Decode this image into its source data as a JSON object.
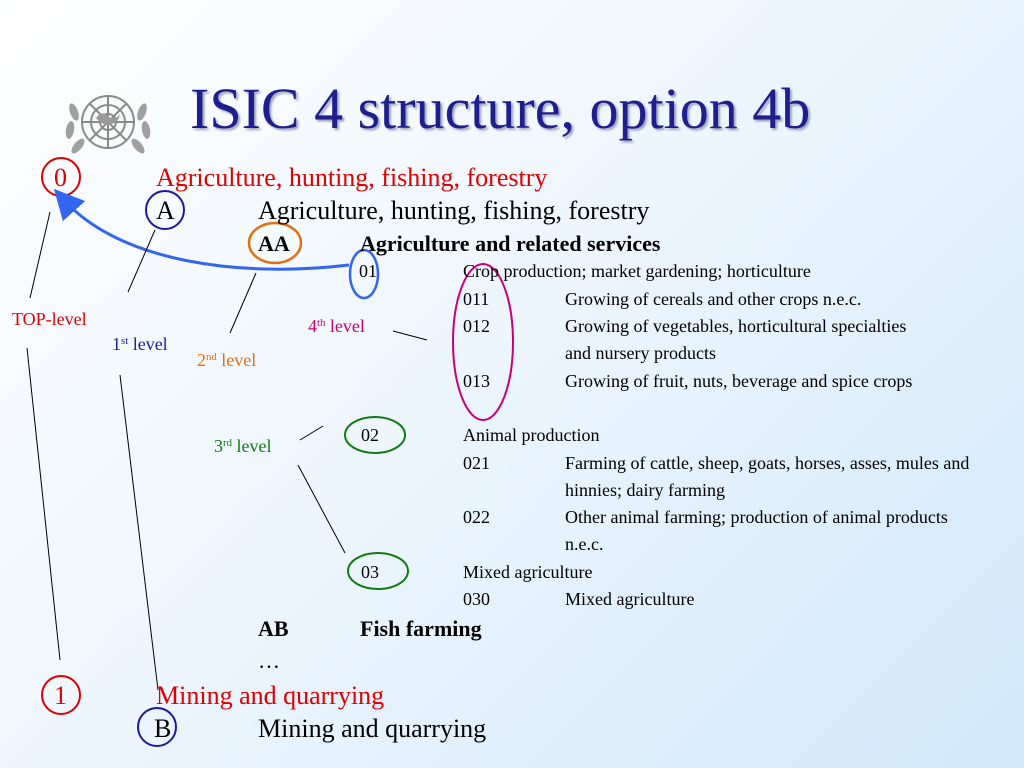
{
  "title": "ISIC 4 structure, option 4b",
  "emblem": "un-emblem-icon",
  "codes": {
    "top0": "0",
    "top0_desc": "Agriculture, hunting, fishing, forestry",
    "A": "A",
    "A_desc": "Agriculture, hunting, fishing, forestry",
    "AA": "AA",
    "AA_desc": "Agriculture and related services",
    "c01": "01",
    "c01_desc": "Crop production; market gardening; horticulture",
    "c011": "011",
    "c011_desc": "Growing of cereals and other crops n.e.c.",
    "c012": "012",
    "c012_desc": "Growing of vegetables, horticultural specialties and nursery products",
    "c013": "013",
    "c013_desc": "Growing of fruit, nuts, beverage and spice crops",
    "c02": "02",
    "c02_desc": "Animal production",
    "c021": "021",
    "c021_desc": "Farming of cattle, sheep, goats, horses, asses, mules and hinnies; dairy farming",
    "c022": "022",
    "c022_desc": "Other animal farming; production of animal products n.e.c.",
    "c03": "03",
    "c03_desc": "Mixed agriculture",
    "c030": "030",
    "c030_desc": "Mixed agriculture",
    "AB": "AB",
    "AB_desc": "Fish farming",
    "ellipsis": "…",
    "top1": "1",
    "top1_desc": "Mining and quarrying",
    "B": "B",
    "B_desc": "Mining and quarrying"
  },
  "labels": {
    "top": "TOP-level",
    "first_num": "1",
    "first_sup": "st",
    "first_word": " level",
    "second_num": "2",
    "second_sup": "nd",
    "second_word": " level",
    "third_num": "3",
    "third_sup": "rd",
    "third_word": " level",
    "fourth_num": "4",
    "fourth_sup": "th",
    "fourth_word": " level"
  },
  "colors": {
    "top": "#e00000",
    "first": "#1a1aa0",
    "second": "#e07010",
    "third": "#117a11",
    "fourth": "#c8007a",
    "arrow": "#3366ee",
    "title": "#1e1e8c"
  }
}
